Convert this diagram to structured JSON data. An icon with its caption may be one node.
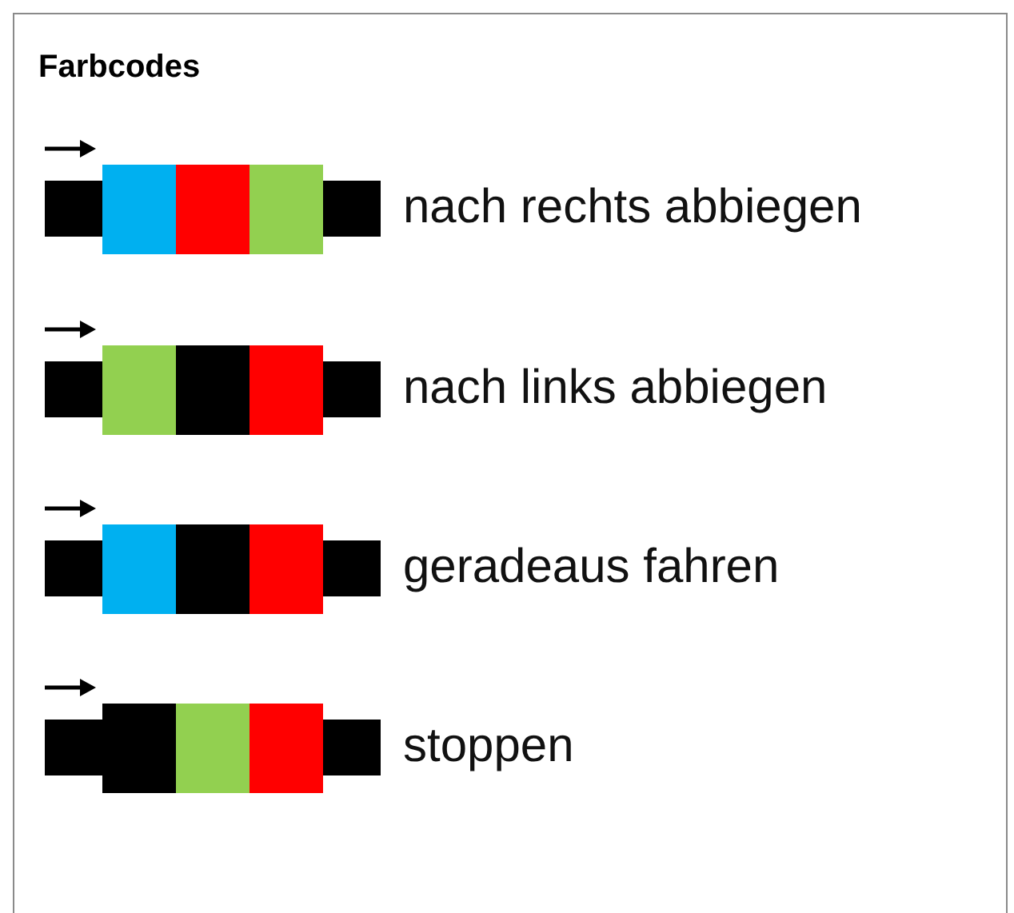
{
  "diagram": {
    "title": "Farbcodes",
    "legend": [
      {
        "text": "nach rechts abbiegen"
      },
      {
        "text": "nach links abbiegen"
      },
      {
        "text": "geradeaus fahren"
      },
      {
        "text": "stoppen"
      }
    ]
  }
}
